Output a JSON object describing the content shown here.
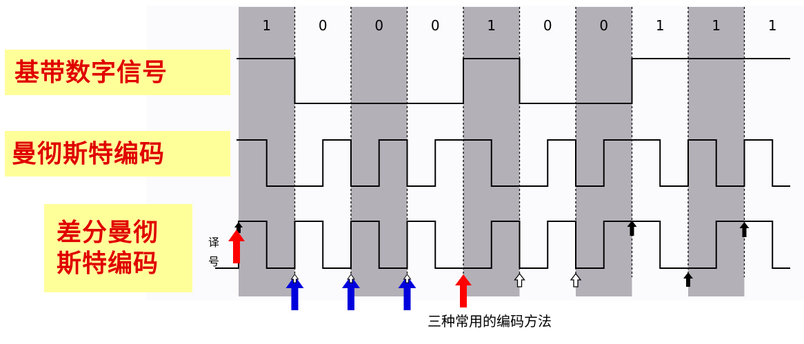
{
  "bits": [
    "1",
    "0",
    "0",
    "0",
    "1",
    "0",
    "0",
    "1",
    "1",
    "1"
  ],
  "labels": {
    "baseband": "基带数字信号",
    "manchester": "曼彻斯特编码",
    "diff_line1": "差分曼彻",
    "diff_line2": "斯特编码"
  },
  "fragment": {
    "line1": "译",
    "line2": "号"
  },
  "caption": "三种常用的编码方法",
  "colors": {
    "shade": "#b4b0b8",
    "label_bg": "#ffff9a",
    "label_text": "#e00000",
    "red_arrow": "#ff0000",
    "blue_arrow": "#0000dd",
    "black_arrow": "#000000"
  },
  "markers": {
    "red": [
      0,
      4
    ],
    "blue": [
      1,
      2,
      3
    ],
    "hollow": [
      5,
      6
    ],
    "black_up": [
      7,
      8,
      9
    ]
  }
}
